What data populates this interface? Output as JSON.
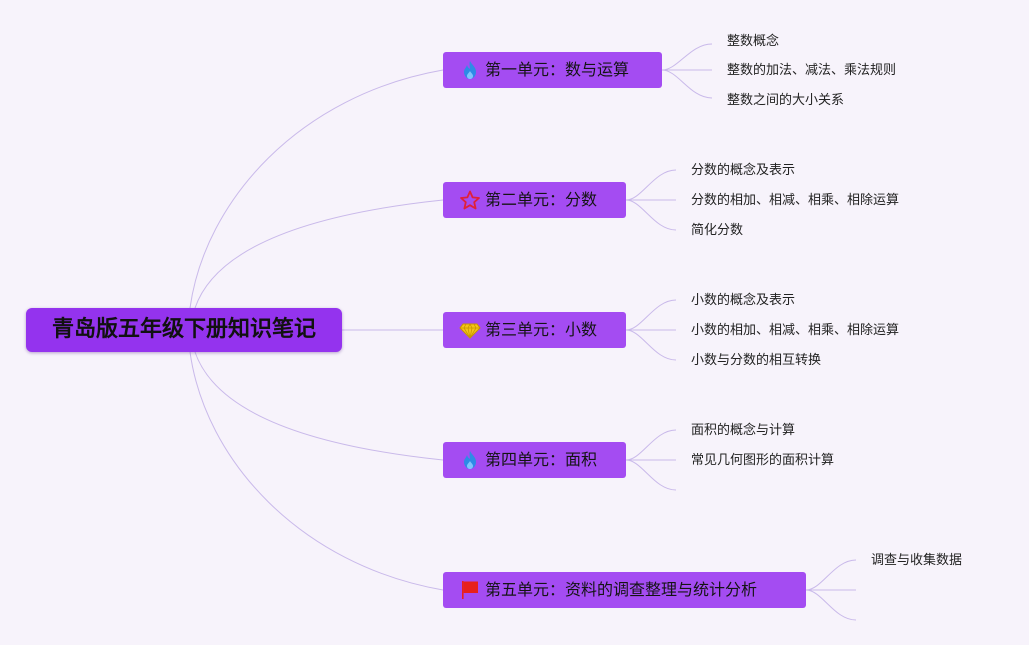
{
  "mindmap": {
    "root": "青岛版五年级下册知识笔记",
    "units": [
      {
        "label": "第一单元：数与运算",
        "icon": "fire-icon",
        "items": [
          "整数概念",
          "整数的加法、减法、乘法规则",
          "整数之间的大小关系"
        ]
      },
      {
        "label": "第二单元：分数",
        "icon": "star-icon",
        "items": [
          "分数的概念及表示",
          "分数的相加、相减、相乘、相除运算",
          "简化分数"
        ]
      },
      {
        "label": "第三单元：小数",
        "icon": "diamond-icon",
        "items": [
          "小数的概念及表示",
          "小数的相加、相减、相乘、相除运算",
          "小数与分数的相互转换"
        ]
      },
      {
        "label": "第四单元：面积",
        "icon": "fire-icon",
        "items": [
          "面积的概念与计算",
          "常见几何图形的面积计算"
        ]
      },
      {
        "label": "第五单元：资料的调查整理与统计分析",
        "icon": "flag-icon",
        "items": [
          "调查与收集数据"
        ]
      }
    ]
  },
  "colors": {
    "background": "#f7f3fb",
    "root_fill": "#9433ee",
    "unit_fill": "#a44cf2",
    "connector": "#c9b9ea",
    "fire_icon": "#2e8be6",
    "star_icon": "#e0203a",
    "diamond_icon": "#f5c518",
    "flag_icon": "#e8201c"
  }
}
